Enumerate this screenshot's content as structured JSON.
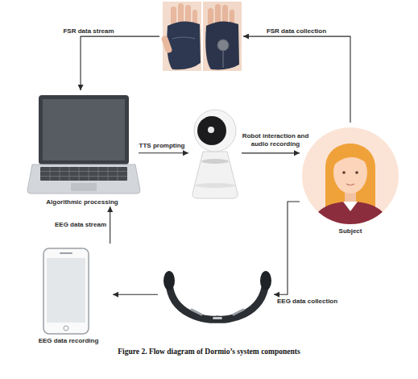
{
  "diagram": {
    "caption": "Figure 2. Flow diagram of Dormio’s system components",
    "nodes": [
      {
        "text": []
      },
      {
        "text": [
          "Algorithmic processing"
        ]
      },
      {
        "text": []
      },
      {
        "text": [
          "Subject"
        ]
      },
      {
        "text": [
          "EEG data recording"
        ]
      },
      {
        "text": []
      }
    ],
    "edges": [
      {
        "from": 3,
        "to": 0,
        "arrow": "to",
        "label": "FSR data collection"
      },
      {
        "from": 0,
        "to": 1,
        "arrow": "to",
        "label": "FSR data stream"
      },
      {
        "from": 1,
        "to": 2,
        "arrow": "to",
        "label": "TTS prompting"
      },
      {
        "from": 2,
        "to": 3,
        "arrow": "to",
        "label": "Robot interaction and audio recording"
      },
      {
        "from": 3,
        "to": 5,
        "arrow": "to",
        "label": "EEG data collection"
      },
      {
        "from": 5,
        "to": 4,
        "arrow": "to"
      },
      {
        "from": 4,
        "to": 1,
        "arrow": "to",
        "label": "EEG data stream"
      }
    ]
  }
}
